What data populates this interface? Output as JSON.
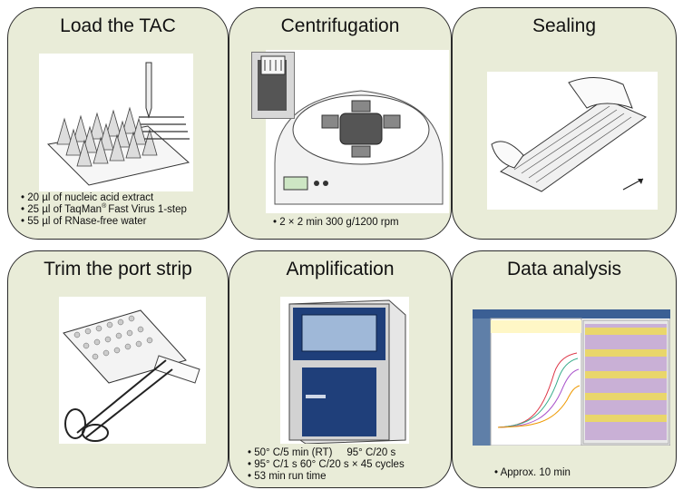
{
  "panels": [
    {
      "title": "Load the TAC",
      "notes": [
        "• 20 µl of nucleic acid extract",
        "• 25 µl of TaqMan",
        "® ",
        "Fast Virus 1-step",
        "• 55 µl of RNase-free water"
      ]
    },
    {
      "title": "Centrifugation",
      "notes": [
        "• 2 × 2 min 300 g/1200 rpm"
      ]
    },
    {
      "title": "Sealing",
      "notes": []
    },
    {
      "title": "Trim the port strip",
      "notes": []
    },
    {
      "title": "Amplification",
      "notes": [
        "• 50° C/5 min (RT)     95° C/20 s",
        "• 95° C/1 s 60° C/20 s × 45 cycles",
        "• 53 min run time"
      ]
    },
    {
      "title": "Data analysis",
      "notes": [
        "• Approx. 10 min"
      ]
    }
  ],
  "colors": {
    "panel_bg": "#e9ecd8",
    "panel_border": "#2b2b2b",
    "instrument_blue": "#1f3f7a"
  }
}
